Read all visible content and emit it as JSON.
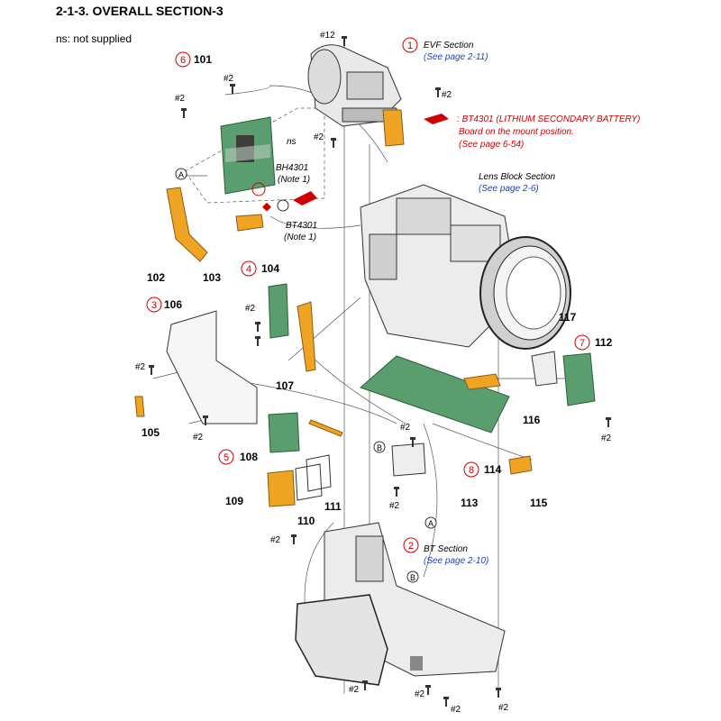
{
  "header": {
    "title": "2-1-3. OVERALL SECTION-3",
    "note": "ns: not supplied"
  },
  "sections": [
    {
      "num": "1",
      "name": "EVF Section",
      "ref": "(See page 2-11)"
    },
    {
      "name": "Lens Block Section",
      "ref": "(See page 2-6)"
    },
    {
      "num": "2",
      "name": "BT Section",
      "ref": "(See page 2-10)"
    }
  ],
  "battery_note": {
    "line1": "BT4301 (LITHIUM SECONDARY BATTERY)",
    "line2": "Board on the mount position.",
    "line3": "(See page 6-54)"
  },
  "bh_label": {
    "part": "BH4301",
    "note": "(Note 1)"
  },
  "bt_label": {
    "part": "BT4301",
    "note": "(Note 1)"
  },
  "ns_label": "ns",
  "circled_refs": [
    "3",
    "4",
    "5",
    "6",
    "7",
    "8"
  ],
  "parts": [
    "101",
    "102",
    "103",
    "104",
    "105",
    "106",
    "107",
    "108",
    "109",
    "110",
    "111",
    "112",
    "113",
    "114",
    "115",
    "116",
    "117"
  ],
  "screws": [
    "#12",
    "#2"
  ],
  "connectors": [
    "A",
    "B"
  ],
  "colors": {
    "callout_red": "#d00000",
    "link_blue": "#1a3fc0",
    "flex_orange": "#f0a424",
    "pcb_green": "#5a9e70",
    "line_gray": "#555555"
  }
}
